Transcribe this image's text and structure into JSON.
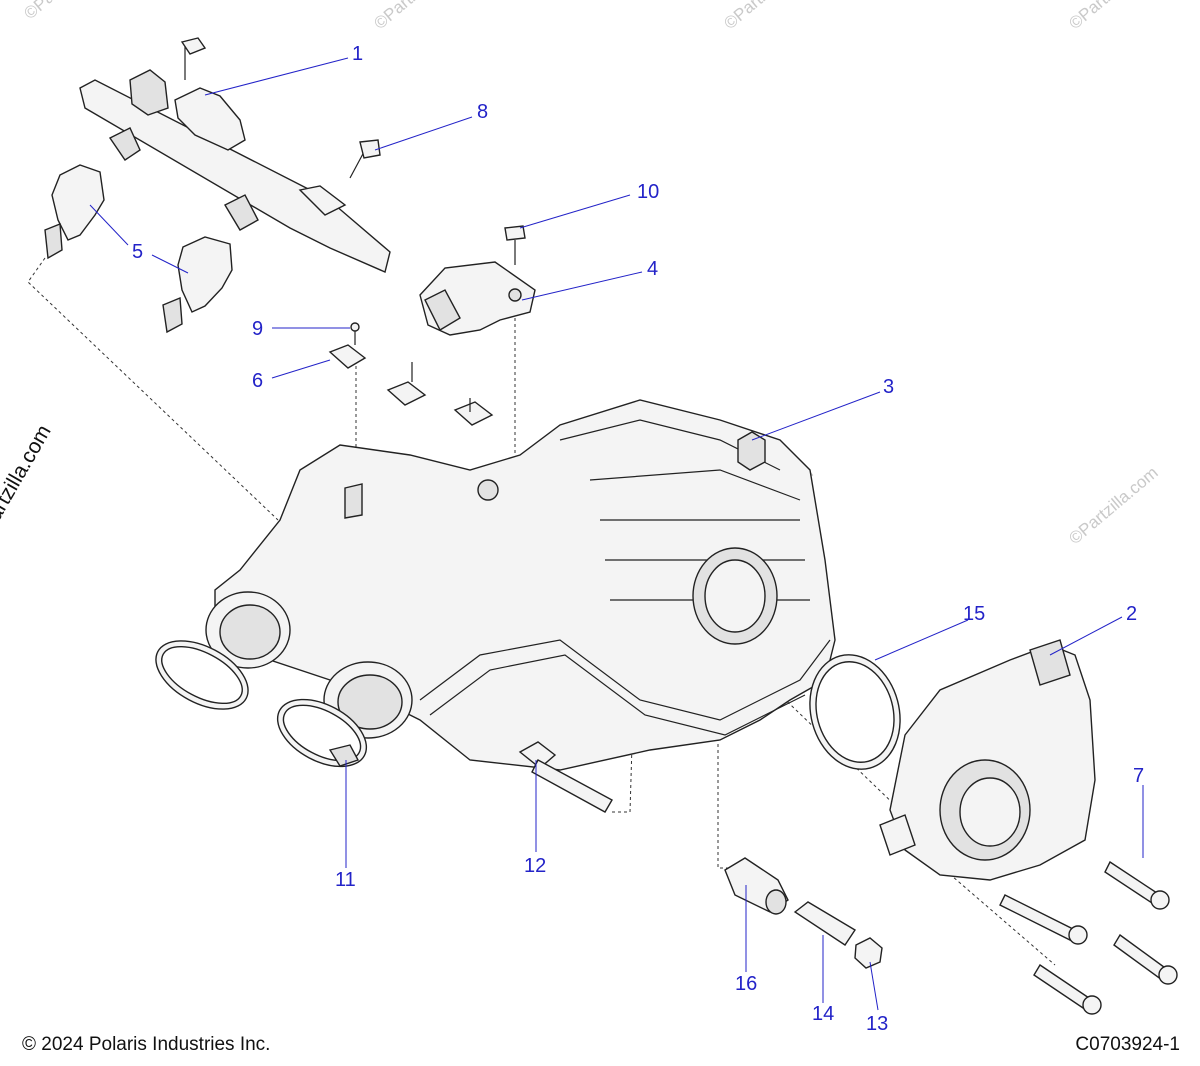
{
  "footer": {
    "copyright": "© 2024 Polaris Industries Inc.",
    "figure_id": "C0703924-1"
  },
  "watermark": {
    "text": "©Partzilla.com"
  },
  "callouts": {
    "c1": "1",
    "c2": "2",
    "c3": "3",
    "c4": "4",
    "c5": "5",
    "c6": "6",
    "c7": "7",
    "c8": "8",
    "c9": "9",
    "c10": "10",
    "c11": "11",
    "c12": "12",
    "c13": "13",
    "c14": "14",
    "c15": "15",
    "c16": "16"
  },
  "colors": {
    "callout": "#2323c8",
    "linework": "#222222",
    "background": "#ffffff"
  }
}
